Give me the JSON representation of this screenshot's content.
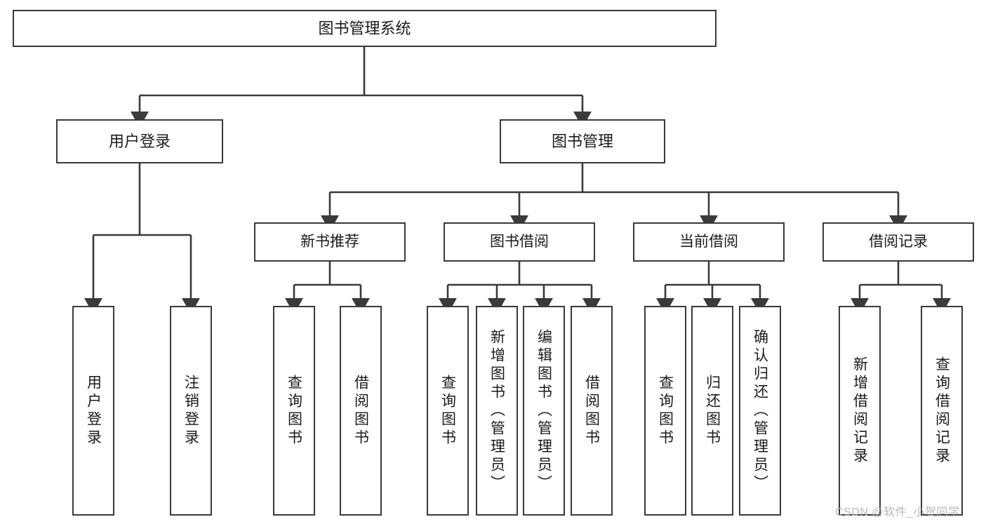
{
  "diagram": {
    "title": "图书管理系统",
    "type": "tree-hierarchy-diagram",
    "root": {
      "label": "图书管理系统"
    },
    "level1": [
      {
        "label": "用户登录"
      },
      {
        "label": "图书管理"
      }
    ],
    "level2": [
      {
        "label": "新书推荐"
      },
      {
        "label": "图书借阅"
      },
      {
        "label": "当前借阅"
      },
      {
        "label": "借阅记录"
      }
    ],
    "leaves": {
      "user_login": [
        {
          "label": "用户登录"
        },
        {
          "label": "注销登录"
        }
      ],
      "new_book_recommend": [
        {
          "label": "查询图书"
        },
        {
          "label": "借阅图书"
        }
      ],
      "book_borrow": [
        {
          "label": "查询图书"
        },
        {
          "label": "新增图书（管理员）"
        },
        {
          "label": "编辑图书（管理员）"
        },
        {
          "label": "借阅图书"
        }
      ],
      "current_borrow": [
        {
          "label": "查询图书"
        },
        {
          "label": "归还图书"
        },
        {
          "label": "确认归还（管理员）"
        }
      ],
      "borrow_record": [
        {
          "label": "新增借阅记录"
        },
        {
          "label": "查询借阅记录"
        }
      ]
    },
    "watermark": "CSDN @软件_小贺同学",
    "colors": {
      "stroke": "#3a3a3a",
      "fill": "#ffffff",
      "text": "#1b1b1b",
      "watermark": "#b9b9b9"
    }
  }
}
